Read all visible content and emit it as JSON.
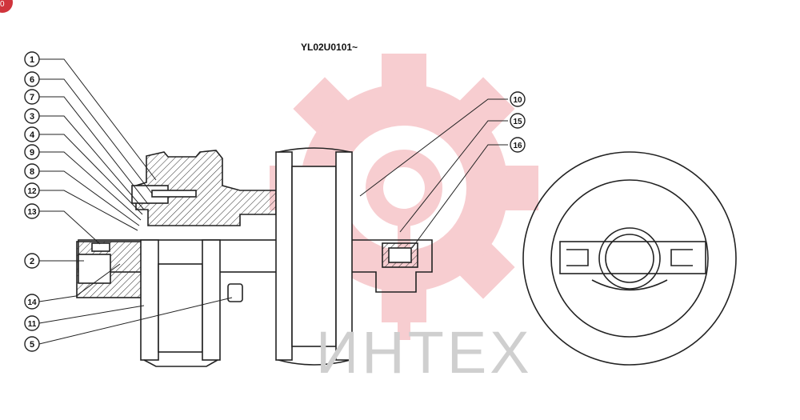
{
  "drawing": {
    "title": "YL02U0101~",
    "watermark_text": "ИНТЕХ",
    "badge_text": "0",
    "watermark_color": "#f2a5aa",
    "line_color": "#222222"
  },
  "callouts_left": [
    {
      "label": "1"
    },
    {
      "label": "6"
    },
    {
      "label": "7"
    },
    {
      "label": "3"
    },
    {
      "label": "4"
    },
    {
      "label": "9"
    },
    {
      "label": "8"
    },
    {
      "label": "12"
    },
    {
      "label": "13"
    },
    {
      "label": "2"
    },
    {
      "label": "14"
    },
    {
      "label": "11"
    },
    {
      "label": "5"
    }
  ],
  "callouts_right": [
    {
      "label": "10"
    },
    {
      "label": "15"
    },
    {
      "label": "16"
    }
  ]
}
